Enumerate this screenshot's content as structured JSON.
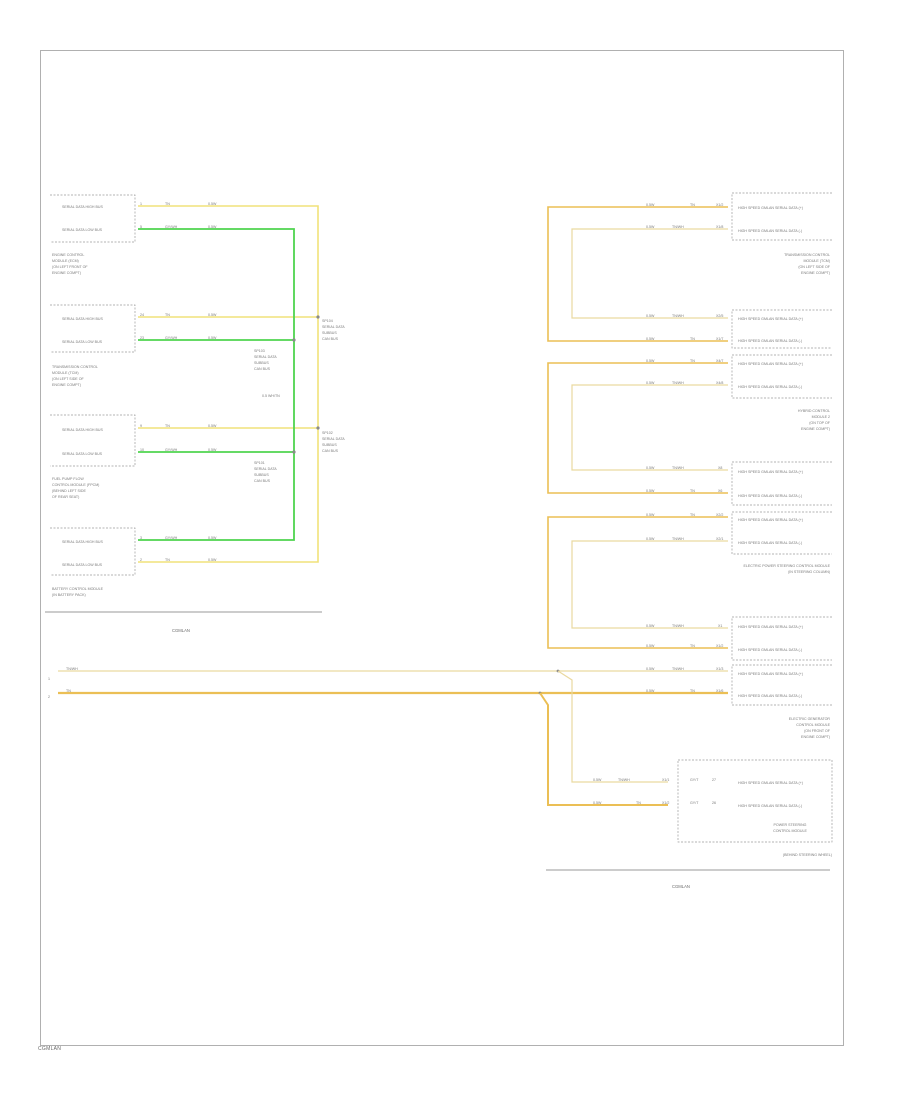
{
  "diagram": {
    "group_labels": {
      "left": "CGMLAN",
      "right": "CGMLAN"
    },
    "footer": "CGMLAN",
    "splices": {
      "s1": [
        "SP104",
        "SERIAL DATA",
        "SUBBUS",
        "CAN BUS"
      ],
      "s2": [
        "SP103",
        "SERIAL DATA",
        "SUBBUS",
        "CAN BUS"
      ],
      "s3": [
        "SP102",
        "SERIAL DATA",
        "SUBBUS",
        "CAN BUS"
      ],
      "s4": [
        "SP101",
        "SERIAL DATA",
        "SUBBUS",
        "CAN BUS"
      ],
      "mid_wire": "0.5 WH/TN"
    },
    "left_modules": [
      {
        "pins": [
          "SERIAL DATA HIGH BUS",
          "SERIAL DATA LOW BUS"
        ],
        "name": [
          "ENGINE CONTROL",
          "MODULE (ECM)",
          "(ON LEFT FRONT OF",
          "ENGINE COMPT)"
        ]
      },
      {
        "pins": [
          "SERIAL DATA HIGH BUS",
          "SERIAL DATA LOW BUS"
        ],
        "name": [
          "TRANSMISSION CONTROL",
          "MODULE (TCM)",
          "(ON LEFT SIDE OF",
          "ENGINE COMPT)"
        ]
      },
      {
        "pins": [
          "SERIAL DATA HIGH BUS",
          "SERIAL DATA LOW BUS"
        ],
        "name": [
          "FUEL PUMP FLOW",
          "CONTROL MODULE (FPCM)",
          "(BEHIND LEFT SIDE",
          "OF REAR SEAT)"
        ]
      },
      {
        "pins": [
          "SERIAL DATA HIGH BUS",
          "SERIAL DATA LOW BUS"
        ],
        "name": [
          "BATTERY CONTROL MODULE",
          "(IN BATTERY PACK)"
        ]
      }
    ],
    "left_wires": [
      {
        "color": "TN",
        "gauge": "0.5W",
        "pin": "1"
      },
      {
        "color": "GY/WH",
        "gauge": "0.5W",
        "pin": "5"
      },
      {
        "color": "TN",
        "gauge": "0.5W",
        "pin": "24"
      },
      {
        "color": "GY/WH",
        "gauge": "0.5W",
        "pin": "23"
      },
      {
        "color": "TN",
        "gauge": "0.5W",
        "pin": "9"
      },
      {
        "color": "GY/WH",
        "gauge": "0.5W",
        "pin": "10"
      },
      {
        "color": "GY/WH",
        "gauge": "0.5W",
        "pin": "3"
      },
      {
        "color": "TN",
        "gauge": "0.5W",
        "pin": "2"
      }
    ],
    "right_modules": [
      {
        "pins": [
          "HIGH SPEED GMLAN SERIAL DATA (+)",
          "HIGH SPEED GMLAN SERIAL DATA (-)"
        ],
        "name": [
          "TRANSMISSION CONTROL",
          "MODULE (TCM)",
          "(ON LEFT SIDE OF",
          "ENGINE COMPT)"
        ]
      },
      {
        "pins": [
          "HIGH SPEED GMLAN SERIAL DATA (+)",
          "HIGH SPEED GMLAN SERIAL DATA (-)"
        ],
        "name": []
      },
      {
        "pins": [
          "HIGH SPEED GMLAN SERIAL DATA (+)",
          "HIGH SPEED GMLAN SERIAL DATA (-)"
        ],
        "name": [
          "HYBRID CONTROL",
          "MODULE 2",
          "(ON TOP OF",
          "ENGINE COMPT)"
        ]
      },
      {
        "pins": [
          "HIGH SPEED GMLAN SERIAL DATA (+)",
          "HIGH SPEED GMLAN SERIAL DATA (-)"
        ],
        "name": []
      },
      {
        "pins": [
          "HIGH SPEED GMLAN SERIAL DATA (+)",
          "HIGH SPEED GMLAN SERIAL DATA (-)"
        ],
        "name": [
          "ELECTRIC POWER STEERING CONTROL MODULE",
          "(IN STEERING COLUMN)"
        ]
      },
      {
        "pins": [
          "HIGH SPEED GMLAN SERIAL DATA (+)",
          "HIGH SPEED GMLAN SERIAL DATA (-)"
        ],
        "name": []
      },
      {
        "pins": [
          "HIGH SPEED GMLAN SERIAL DATA (+)",
          "HIGH SPEED GMLAN SERIAL DATA (-)"
        ],
        "name": [
          "ELECTRIC GENERATOR",
          "CONTROL MODULE",
          "(ON FRONT OF",
          "ENGINE COMPT)"
        ]
      },
      {
        "pins": [
          "HIGH SPEED GMLAN SERIAL DATA (+)",
          "HIGH SPEED GMLAN SERIAL DATA (-)"
        ],
        "name": [
          "POWER STEERING",
          "CONTROL MODULE"
        ]
      }
    ],
    "right_box_caption": "(BEHIND STEERING WHEEL)",
    "right_wires": [
      {
        "gauge": "0.5W",
        "color": "TN",
        "pin": "X1/2"
      },
      {
        "gauge": "0.5W",
        "color": "TN/WH",
        "pin": "X1/8"
      },
      {
        "gauge": "0.5W",
        "color": "TN/WH",
        "pin": "X2/5"
      },
      {
        "gauge": "0.5W",
        "color": "TN",
        "pin": "X1/7"
      },
      {
        "gauge": "0.5W",
        "color": "TN",
        "pin": "X4/7"
      },
      {
        "gauge": "0.5W",
        "color": "TN/WH",
        "pin": "X4/8"
      },
      {
        "gauge": "0.5W",
        "color": "TN/WH",
        "pin": "X8"
      },
      {
        "gauge": "0.5W",
        "color": "TN",
        "pin": "X6"
      },
      {
        "gauge": "0.5W",
        "color": "TN",
        "pin": "X2/2"
      },
      {
        "gauge": "0.5W",
        "color": "TN/WH",
        "pin": "X2/1"
      },
      {
        "gauge": "0.5W",
        "color": "TN/WH",
        "pin": "X1"
      },
      {
        "gauge": "0.5W",
        "color": "TN",
        "pin": "X1/2"
      },
      {
        "gauge": "0.5W",
        "color": "TN/WH",
        "pin": "X1/3"
      },
      {
        "gauge": "0.5W",
        "color": "TN",
        "pin": "X1/6"
      }
    ],
    "bottom_wires": [
      {
        "gauge": "0.5W",
        "color": "TN/WH",
        "pin": "X1/1",
        "tag": "GY/T",
        "num": "27"
      },
      {
        "gauge": "0.5W",
        "color": "TN",
        "pin": "X1/2",
        "tag": "GY/T",
        "num": "26"
      }
    ],
    "trunk": {
      "upper": {
        "num": "1",
        "color": "TN/WH"
      },
      "lower": {
        "num": "2",
        "color": "TN"
      }
    }
  }
}
